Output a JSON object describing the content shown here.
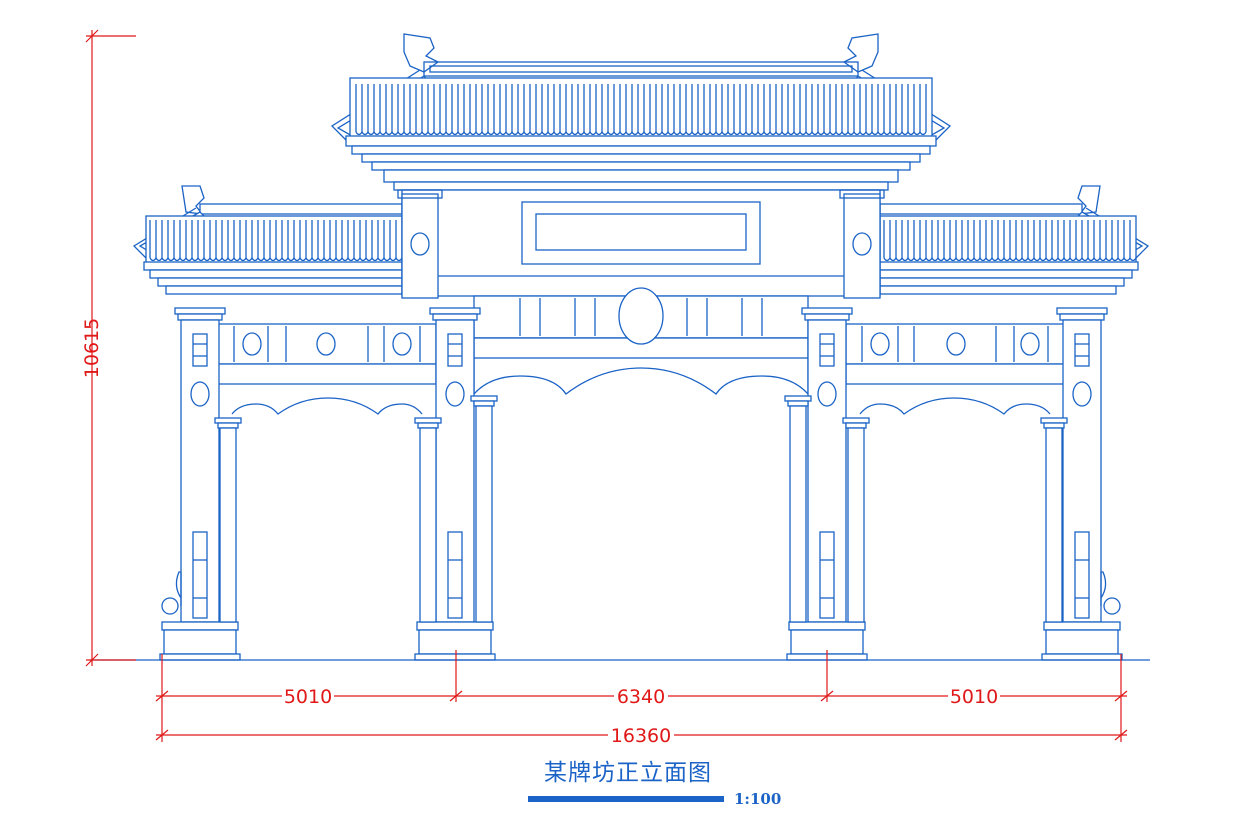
{
  "drawing": {
    "title": "某牌坊正立面图",
    "scale": "1:100",
    "colors": {
      "line": "#1b63c6",
      "dimension": "#e01818",
      "background": "#ffffff"
    }
  },
  "dimensions": {
    "height": "10615",
    "left_bay": "5010",
    "center_bay": "6340",
    "right_bay": "5010",
    "total_width": "16360"
  }
}
